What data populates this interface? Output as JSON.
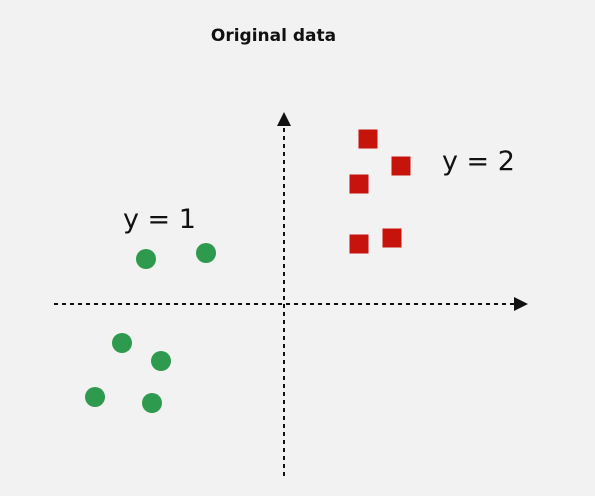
{
  "title": "Original data",
  "labels": {
    "class1": "y = 1",
    "class2": "y = 2"
  },
  "colors": {
    "background": "#f2f2f2",
    "axis": "#111111",
    "class1": "#2e9a4e",
    "class2": "#c6140c"
  },
  "axes": {
    "style": "dashed",
    "arrows": [
      "x-positive",
      "y-positive"
    ]
  },
  "points": {
    "class1": {
      "marker": "circle",
      "items": [
        {
          "x": -2.3,
          "y": 0.75
        },
        {
          "x": -1.3,
          "y": 0.85
        },
        {
          "x": -2.7,
          "y": -0.65
        },
        {
          "x": -2.05,
          "y": -0.95
        },
        {
          "x": -3.15,
          "y": -1.55
        },
        {
          "x": -2.2,
          "y": -1.65
        }
      ]
    },
    "class2": {
      "marker": "square",
      "items": [
        {
          "x": 1.4,
          "y": 2.75
        },
        {
          "x": 1.25,
          "y": 2.0
        },
        {
          "x": 1.95,
          "y": 2.3
        },
        {
          "x": 1.25,
          "y": 1.0
        },
        {
          "x": 1.8,
          "y": 1.1
        }
      ]
    }
  }
}
